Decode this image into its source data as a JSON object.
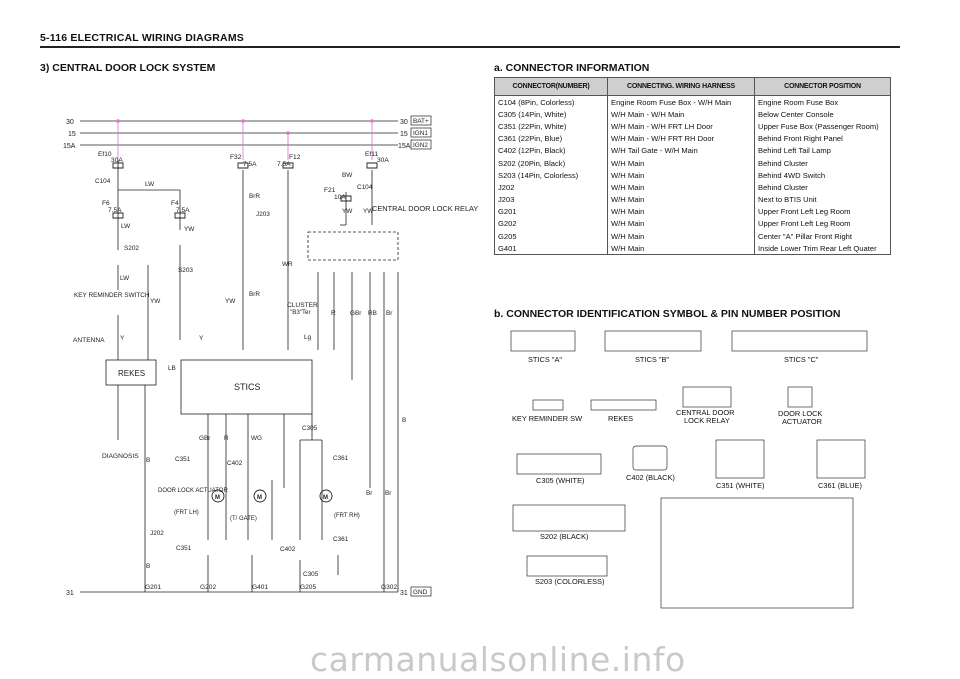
{
  "header": {
    "title": "5-116  ELECTRICAL WIRING DIAGRAMS"
  },
  "left_section": {
    "title": "3)  CENTRAL  DOOR  LOCK  SYSTEM"
  },
  "right_section_a": {
    "title": "a.  CONNECTOR  INFORMATION"
  },
  "right_section_b": {
    "title": "b.  CONNECTOR  IDENTIFICATION  SYMBOL  &  PIN  NUMBER  POSITION"
  },
  "connector_table": {
    "headers": [
      "CONNECTOR(NUMBER)",
      "CONNECTING. WIRING HARNESS",
      "CONNECTOR POSITION"
    ],
    "rows": [
      [
        "C104 (8Pin, Colorless)",
        "Engine Room Fuse Box - W/H Main",
        "Engine Room Fuse Box"
      ],
      [
        "C305 (14Pin, White)",
        "W/H Main - W/H Main",
        "Below Center Console"
      ],
      [
        "C351 (22Pin, White)",
        "W/H Main - W/H FRT LH Door",
        "Upper Fuse Box (Passenger Room)"
      ],
      [
        "C361 (22Pin, Blue)",
        "W/H Main - W/H FRT RH Door",
        "Behind Front Right Panel"
      ],
      [
        "C402 (12Pin, Black)",
        "W/H Tail Gate - W/H Main",
        "Behind Left Tail Lamp"
      ],
      [
        "S202 (20Pin, Black)",
        "W/H Main",
        "Behind Cluster"
      ],
      [
        "S203 (14Pin, Colorless)",
        "W/H Main",
        "Behind 4WD Switch"
      ],
      [
        "J202",
        "W/H Main",
        "Behind Cluster"
      ],
      [
        "J203",
        "W/H Main",
        "Next to BTIS Unit"
      ],
      [
        "G201",
        "W/H Main",
        "Upper Front Left Leg Room"
      ],
      [
        "G202",
        "W/H Main",
        "Upper Front Left Leg Room"
      ],
      [
        "G205",
        "W/H Main",
        "Center \"A\" Pillar Front Right"
      ],
      [
        "G401",
        "W/H Main",
        "Inside Lower Trim Rear Left Quater"
      ]
    ]
  },
  "symbols": {
    "stics_a": {
      "label": "STICS \"A\""
    },
    "stics_b": {
      "label": "STICS \"B\""
    },
    "stics_c": {
      "label": "STICS \"C\""
    },
    "key_reminder": {
      "label": "KEY REMINDER SW"
    },
    "rekes": {
      "label": "REKES"
    },
    "central_relay": {
      "label1": "CENTRAL  DOOR",
      "label2": "LOCK RELAY"
    },
    "door_actuator": {
      "label1": "DOOR  LOCK",
      "label2": "ACTUATOR"
    },
    "c305": {
      "label": "C305  (WHITE)"
    },
    "c402": {
      "label": "C402  (BLACK)"
    },
    "c351": {
      "label": "C351  (WHITE)"
    },
    "c361": {
      "label": "C361  (BLUE)"
    },
    "s202": {
      "label": "S202  (BLACK)"
    },
    "s203": {
      "label": "S203  (COLORLESS)"
    }
  },
  "diagram": {
    "rails": [
      "30",
      "15",
      "15A",
      "31"
    ],
    "rail_tags": [
      "BAT+",
      "IGN1",
      "IGN2",
      "GND"
    ],
    "fuses": {
      "ef10": "Ef10",
      "ef10_amp": "30A",
      "ef11": "Ef11",
      "ef11_amp": "30A",
      "f6": "F6",
      "f6_amp": "7.5A",
      "f4": "F4",
      "f4_amp": "7.5A",
      "f32": "F32",
      "f32_amp": "7.5A",
      "f12": "F12",
      "f12_amp": "7.5A",
      "f21": "F21",
      "f21_amp": "10A"
    },
    "modules": {
      "rekes": "REKES",
      "stics": "STICS",
      "relay": "CENTRAL DOOR LOCK RELAY",
      "key_sw": "KEY REMINDER SWITCH",
      "antenna": "ANTENNA",
      "diagnosis": "DIAGNOSIS",
      "cluster": "CLUSTER",
      "cluster_sub": "\"B3\"Ter",
      "actuator_left": "DOOR LOCK ACTUATOR",
      "actuator_frt_lh": "(FRT LH)",
      "actuator_tgate": "(T/ GATE)",
      "actuator_frt_rh": "(FRT RH)"
    },
    "grounds": [
      "G201",
      "G202",
      "G401",
      "G205",
      "G302"
    ],
    "splices": [
      "S202",
      "S203",
      "J202",
      "J203"
    ],
    "connectors": [
      "C104",
      "C305",
      "C351",
      "C361",
      "C402"
    ],
    "wire_colors": [
      "LW",
      "YW",
      "BrR",
      "WR",
      "BW",
      "R",
      "GBr",
      "RB",
      "Br",
      "Lg",
      "Y",
      "B",
      "LB",
      "WG"
    ]
  },
  "watermark": "carmanualsonline.info"
}
